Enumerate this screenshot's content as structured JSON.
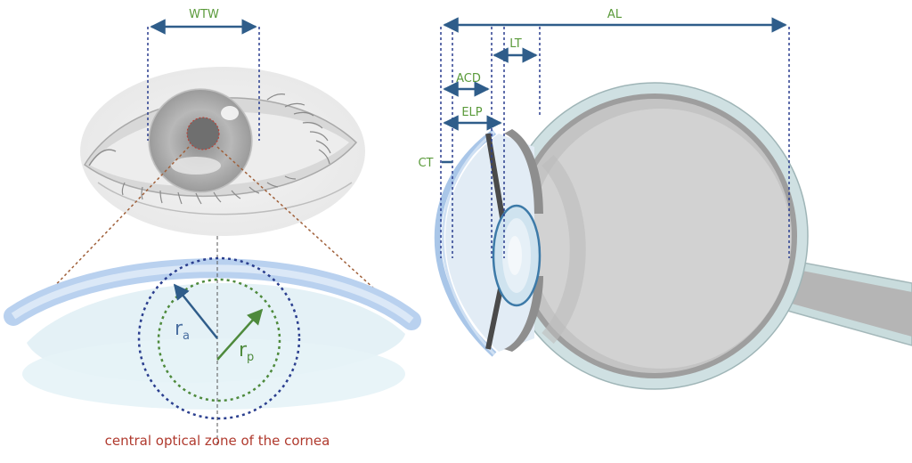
{
  "colors": {
    "measure_arrow": "#2f5d8a",
    "measure_label": "#5a9a3a",
    "r_anterior": "#2f5d8a",
    "r_posterior": "#4e8a3c",
    "caption": "#b03a2e",
    "dotted_blue": "#2b3f8f",
    "dotted_green": "#4e8a3c",
    "leader_brown": "#a0603a",
    "cornea_band": "#b9d1ef",
    "sclera": "#cfe0e2"
  },
  "labels": {
    "wtw": "WTW",
    "al": "AL",
    "lt": "LT",
    "acd": "ACD",
    "elp": "ELP",
    "ct": "CT",
    "r_a_main": "r",
    "r_a_sub": "a",
    "r_p_main": "r",
    "r_p_sub": "p",
    "caption": "central optical zone of the cornea"
  },
  "icons": {
    "eye_front": "eye-front-view-illustration",
    "eye_cross_section": "eye-cross-section-illustration"
  }
}
